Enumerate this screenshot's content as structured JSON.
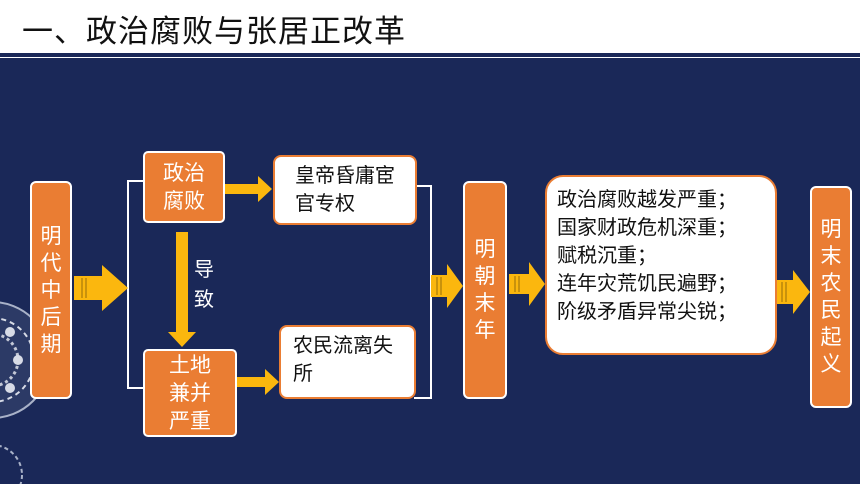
{
  "title": "一、政治腐败与张居正改革",
  "colors": {
    "background": "#1a2858",
    "orange": "#ea7d33",
    "arrow": "#fbb70e",
    "white": "#ffffff"
  },
  "nodes": {
    "mid_late_ming": "明代中后期",
    "political_corruption": "政治腐败",
    "emperor_eunuch": "皇帝昏庸宦官专权",
    "lead_to": "导致",
    "land_annexation": "土地兼并严重",
    "peasants_displaced": "农民流离失所",
    "late_ming": "明朝末年",
    "consequences": [
      "政治腐败越发严重；",
      "国家财政危机深重；",
      "赋税沉重；",
      "连年灾荒饥民遍野；",
      "阶级矛盾异常尖锐；"
    ],
    "peasant_uprising": "明末农民起义"
  }
}
